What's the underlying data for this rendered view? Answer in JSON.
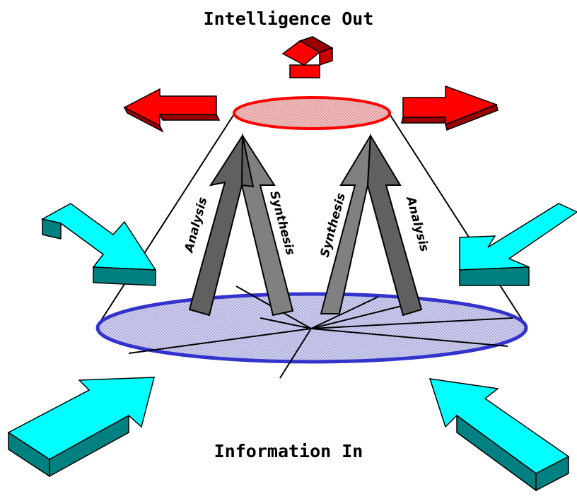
{
  "title_top": "Intelligence Out",
  "title_bottom": "Information In",
  "labels": {
    "left_analysis": "Analysis",
    "left_synthesis": "Synthesis",
    "right_synthesis": "Synthesis",
    "right_analysis": "Analysis"
  },
  "colors": {
    "output_arrow": "#ff0000",
    "output_arrow_dark": "#990000",
    "input_arrow": "#00ffff",
    "input_arrow_dark": "#008080",
    "top_ellipse_stroke": "#ff0000",
    "bottom_ellipse_stroke": "#3333cc",
    "process_arrow": "#808080"
  }
}
